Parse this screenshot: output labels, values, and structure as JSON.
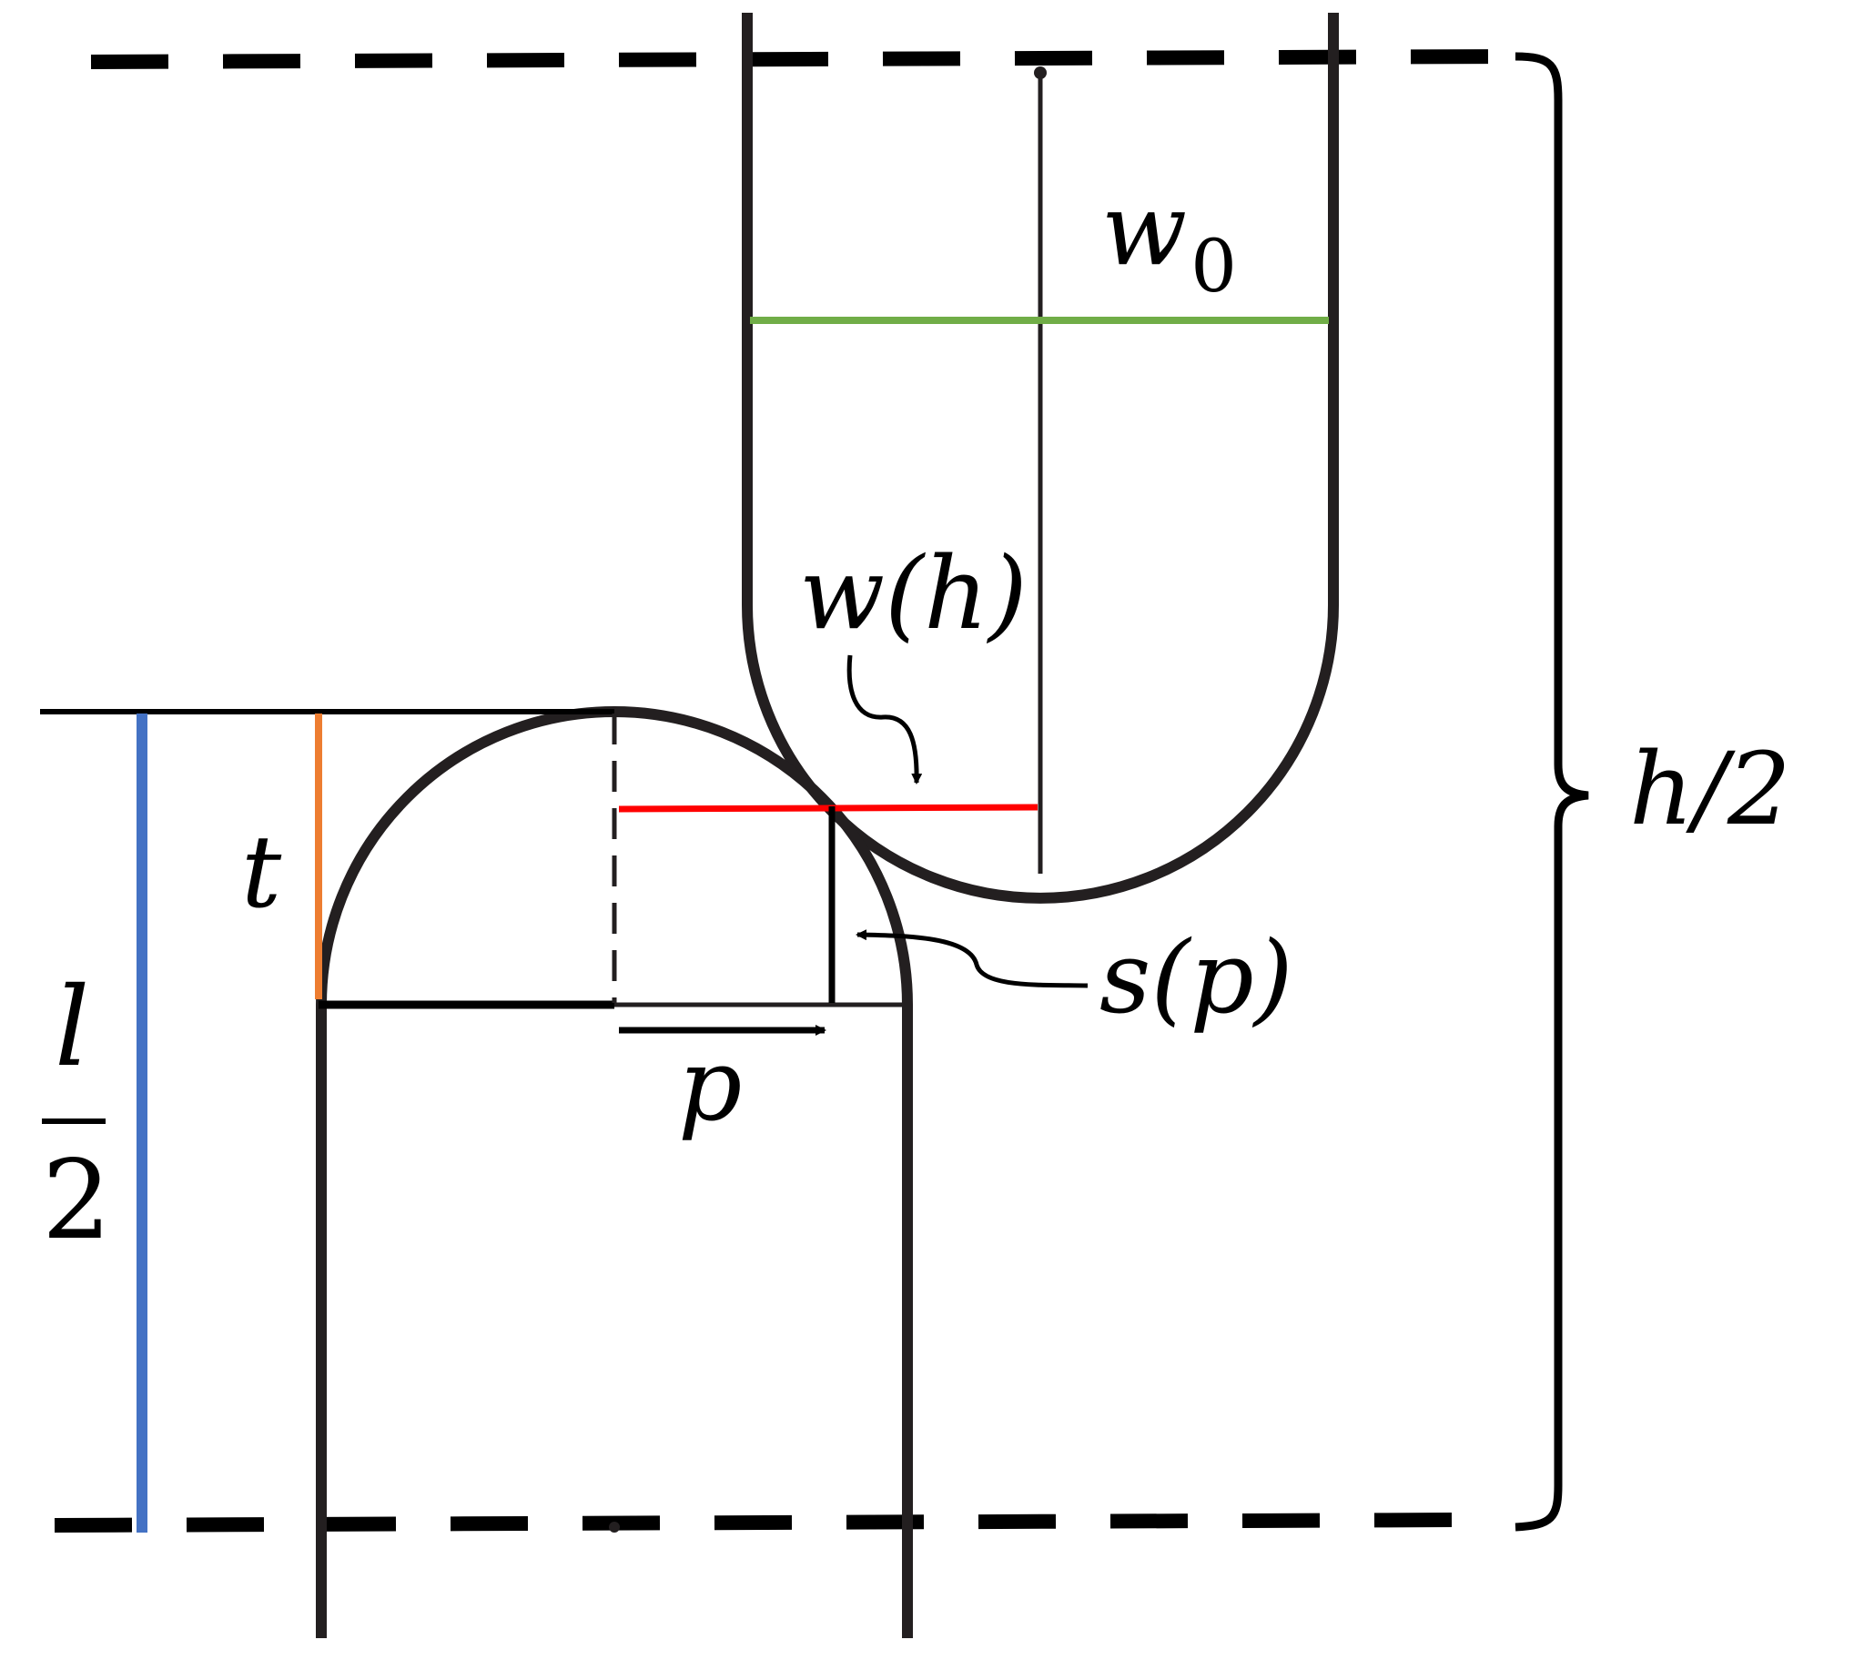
{
  "labels": {
    "w0_main": "w",
    "w0_sub": "0",
    "wh": "w(h)",
    "h_half": "h/2",
    "t": "t",
    "sp": "s(p)",
    "p": "p",
    "l_num": "l",
    "l_den": "2"
  },
  "colors": {
    "outline": "#231f20",
    "dashed": "#000000",
    "blue": "#4472c4",
    "orange": "#ed7d31",
    "green": "#70ad47",
    "red": "#ff0000"
  }
}
